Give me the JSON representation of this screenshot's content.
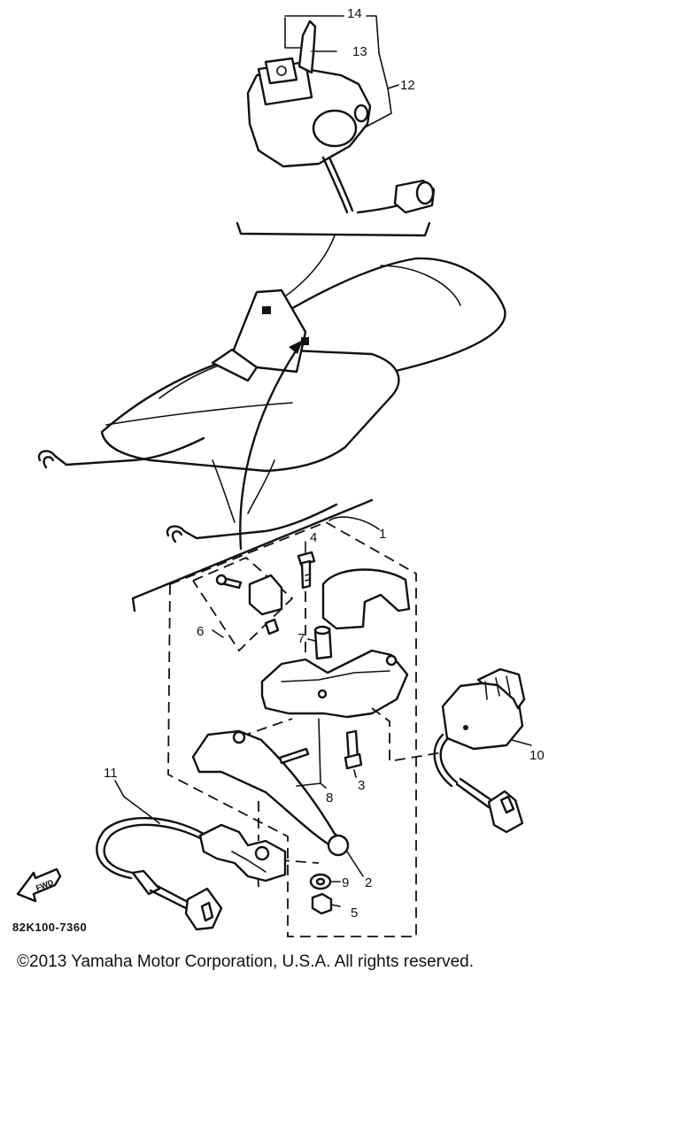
{
  "diagram": {
    "reference_code": "82K100-7360",
    "copyright": "©2013 Yamaha Motor Corporation, U.S.A. All rights reserved.",
    "fwd_label": "FWD",
    "callouts": [
      {
        "id": "1",
        "label": "1"
      },
      {
        "id": "2",
        "label": "2"
      },
      {
        "id": "3",
        "label": "3"
      },
      {
        "id": "4",
        "label": "4"
      },
      {
        "id": "5",
        "label": "5"
      },
      {
        "id": "6",
        "label": "6"
      },
      {
        "id": "7",
        "label": "7"
      },
      {
        "id": "8",
        "label": "8"
      },
      {
        "id": "9",
        "label": "9"
      },
      {
        "id": "10",
        "label": "10"
      },
      {
        "id": "11",
        "label": "11"
      },
      {
        "id": "12",
        "label": "12"
      },
      {
        "id": "13",
        "label": "13"
      },
      {
        "id": "14",
        "label": "14"
      }
    ]
  }
}
